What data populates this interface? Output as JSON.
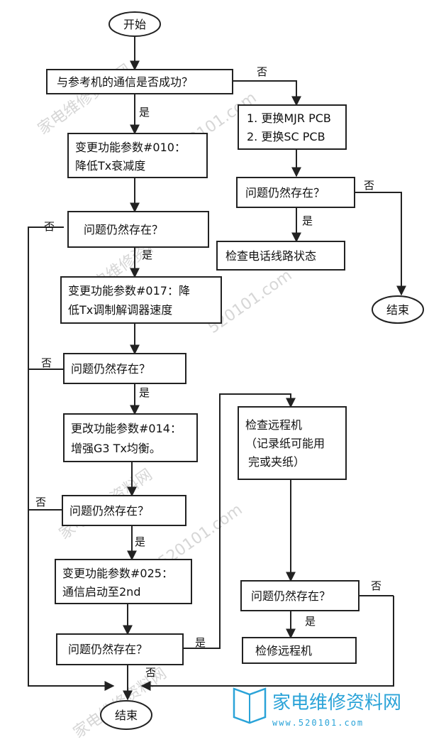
{
  "nodes": {
    "start": "开始",
    "q_comm": "与参考机的通信是否成功？",
    "act_mjr": "1. 更换MJR PCB",
    "act_sc": "2. 更换SC PCB",
    "q_r1": "问题仍然存在？",
    "act_line": "检查电话线路状态",
    "end_right": "结束",
    "act_010_l1": "变更功能参数#010：",
    "act_010_l2": "降低Tx衰减度",
    "q_l1": "问题仍然存在？",
    "act_017_l1": "变更功能参数#017：降",
    "act_017_l2": "低Tx调制解调器速度",
    "q_l2": "问题仍然存在？",
    "act_014_l1": "更改功能参数#014：",
    "act_014_l2": "增强G3 Tx均衡。",
    "q_l3": "问题仍然存在？",
    "act_025_l1": "变更功能参数#025：",
    "act_025_l2": "通信启动至2nd",
    "q_l4": "问题仍然存在？",
    "act_remote_l1": "检查远程机",
    "act_remote_l2": "（记录纸可能用",
    "act_remote_l3": "完或夹纸）",
    "q_r2": "问题仍然存在？",
    "act_repair": "检修远程机",
    "end_bottom": "结束"
  },
  "labels": {
    "yes": "是",
    "no": "否"
  },
  "watermark": {
    "diagonal": "家电维修资料网",
    "domain": "520101.com",
    "logo": "家电维修资料网",
    "logo_url": "www.520101.com"
  },
  "colors": {
    "line": "#222222",
    "logo": "#2aa3d8",
    "watermark": "#d6d6d6"
  }
}
